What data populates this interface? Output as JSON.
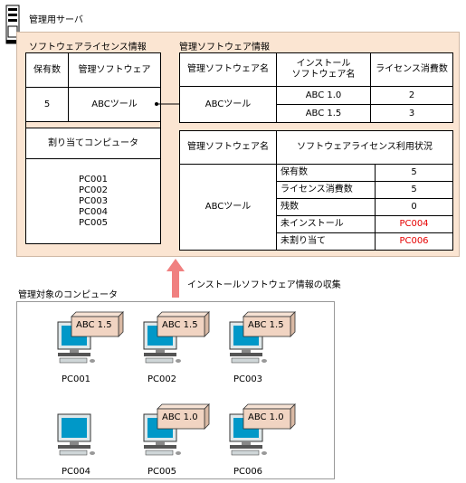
{
  "server": {
    "title": "管理用サーバ",
    "license_info": {
      "title": "ソフトウェアライセンス情報",
      "headers": [
        "保有数",
        "管理ソフトウェア"
      ],
      "count": "5",
      "software": "ABCツール",
      "assigned_header": "割り当てコンピュータ",
      "assigned": [
        "PC001",
        "PC002",
        "PC003",
        "PC004",
        "PC005"
      ]
    },
    "managed_info": {
      "title": "管理ソフトウェア情報",
      "headers": [
        "管理ソフトウェア名",
        "インストール\nソフトウェア名",
        "ライセンス消費数"
      ],
      "software": "ABCツール",
      "rows": [
        {
          "name": "ABC 1.0",
          "consumed": "2"
        },
        {
          "name": "ABC 1.5",
          "consumed": "3"
        }
      ],
      "status_headers": [
        "管理ソフトウェア名",
        "ソフトウェアライセンス利用状況"
      ],
      "status_software": "ABCツール",
      "status_rows": [
        {
          "label": "保有数",
          "value": "5",
          "red": false
        },
        {
          "label": "ライセンス消費数",
          "value": "5",
          "red": false
        },
        {
          "label": "残数",
          "value": "0",
          "red": false
        },
        {
          "label": "未インストール",
          "value": "PC004",
          "red": true
        },
        {
          "label": "未割り当て",
          "value": "PC006",
          "red": true
        }
      ]
    }
  },
  "arrow_label": "インストールソフトウェア情報の収集",
  "targets": {
    "title": "管理対象のコンピュータ",
    "pcs": [
      {
        "name": "PC001",
        "software": "ABC 1.5"
      },
      {
        "name": "PC002",
        "software": "ABC 1.5"
      },
      {
        "name": "PC003",
        "software": "ABC 1.5"
      },
      {
        "name": "PC004",
        "software": ""
      },
      {
        "name": "PC005",
        "software": "ABC 1.0"
      },
      {
        "name": "PC006",
        "software": "ABC 1.0"
      }
    ]
  },
  "colors": {
    "panel": "#fbe5d2",
    "box": "#f1d4c2",
    "arrow": "#f08080",
    "red_text": "#e60000"
  }
}
